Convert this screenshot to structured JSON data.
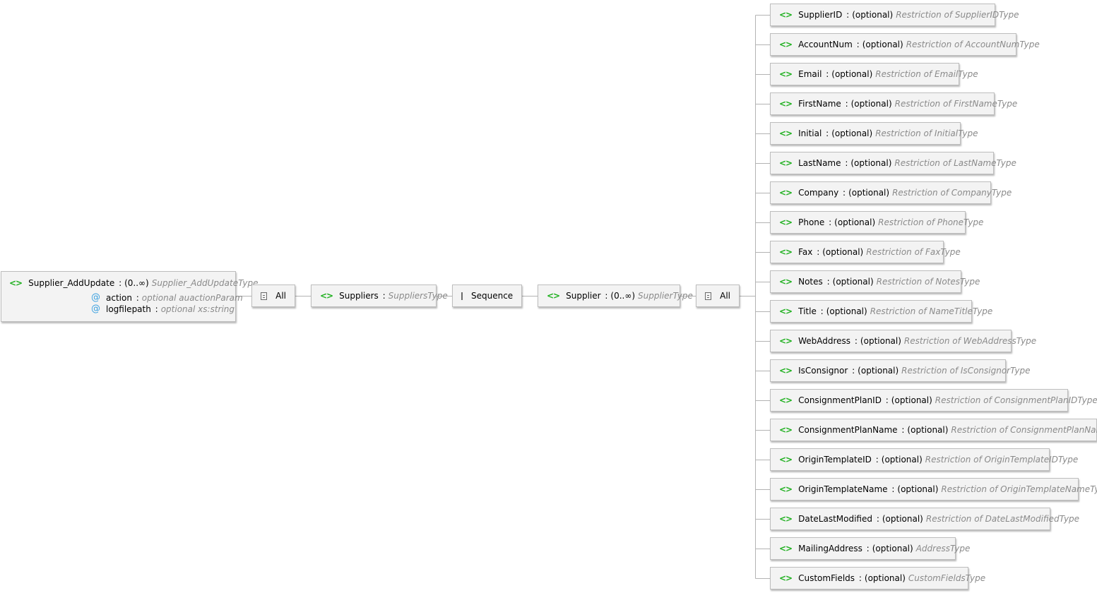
{
  "root": {
    "name": "Supplier_AddUpdate",
    "occurrence": "(0..∞)",
    "type": "Supplier_AddUpdateType",
    "attributes": [
      {
        "name": "action",
        "type": "optional auactionParam"
      },
      {
        "name": "logfilepath",
        "type": "optional xs:string"
      }
    ]
  },
  "chain": {
    "all1": "All",
    "suppliers": {
      "name": "Suppliers",
      "type": "SuppliersType"
    },
    "sequence": "Sequence",
    "supplier": {
      "name": "Supplier",
      "occurrence": "(0..∞)",
      "type": "SupplierType"
    },
    "all2": "All"
  },
  "children": [
    {
      "name": "SupplierID",
      "occ": "(optional)",
      "type": "Restriction of SupplierIDType"
    },
    {
      "name": "AccountNum",
      "occ": "(optional)",
      "type": "Restriction of AccountNumType"
    },
    {
      "name": "Email",
      "occ": "(optional)",
      "type": "Restriction of EmailType"
    },
    {
      "name": "FirstName",
      "occ": "(optional)",
      "type": "Restriction of FirstNameType"
    },
    {
      "name": "Initial",
      "occ": "(optional)",
      "type": "Restriction of InitialType"
    },
    {
      "name": "LastName",
      "occ": "(optional)",
      "type": "Restriction of LastNameType"
    },
    {
      "name": "Company",
      "occ": "(optional)",
      "type": "Restriction of CompanyType"
    },
    {
      "name": "Phone",
      "occ": "(optional)",
      "type": "Restriction of PhoneType"
    },
    {
      "name": "Fax",
      "occ": "(optional)",
      "type": "Restriction of FaxType"
    },
    {
      "name": "Notes",
      "occ": "(optional)",
      "type": "Restriction of NotesType"
    },
    {
      "name": "Title",
      "occ": "(optional)",
      "type": "Restriction of NameTitleType"
    },
    {
      "name": "WebAddress",
      "occ": "(optional)",
      "type": "Restriction of WebAddressType"
    },
    {
      "name": "IsConsignor",
      "occ": "(optional)",
      "type": "Restriction of IsConsignorType"
    },
    {
      "name": "ConsignmentPlanID",
      "occ": "(optional)",
      "type": "Restriction of ConsignmentPlanIDType"
    },
    {
      "name": "ConsignmentPlanName",
      "occ": "(optional)",
      "type": "Restriction of ConsignmentPlanNameType"
    },
    {
      "name": "OriginTemplateID",
      "occ": "(optional)",
      "type": "Restriction of OriginTemplateIDType"
    },
    {
      "name": "OriginTemplateName",
      "occ": "(optional)",
      "type": "Restriction of OriginTemplateNameType"
    },
    {
      "name": "DateLastModified",
      "occ": "(optional)",
      "type": "Restriction of DateLastModifiedType"
    },
    {
      "name": "MailingAddress",
      "occ": "(optional)",
      "type": "AddressType"
    },
    {
      "name": "CustomFields",
      "occ": "(optional)",
      "type": "CustomFieldsType"
    }
  ],
  "icons": {
    "element": "element-icon",
    "attribute": "attribute-icon",
    "all": "all-compositor-icon",
    "sequence": "sequence-compositor-icon"
  },
  "colors": {
    "element_icon": "#1fb01f",
    "attribute_icon": "#3aa0e0",
    "type_text": "#8a8a8a",
    "box_bg": "#f3f3f3",
    "box_border": "#bdbdbd",
    "connector": "#b3b3b3"
  }
}
